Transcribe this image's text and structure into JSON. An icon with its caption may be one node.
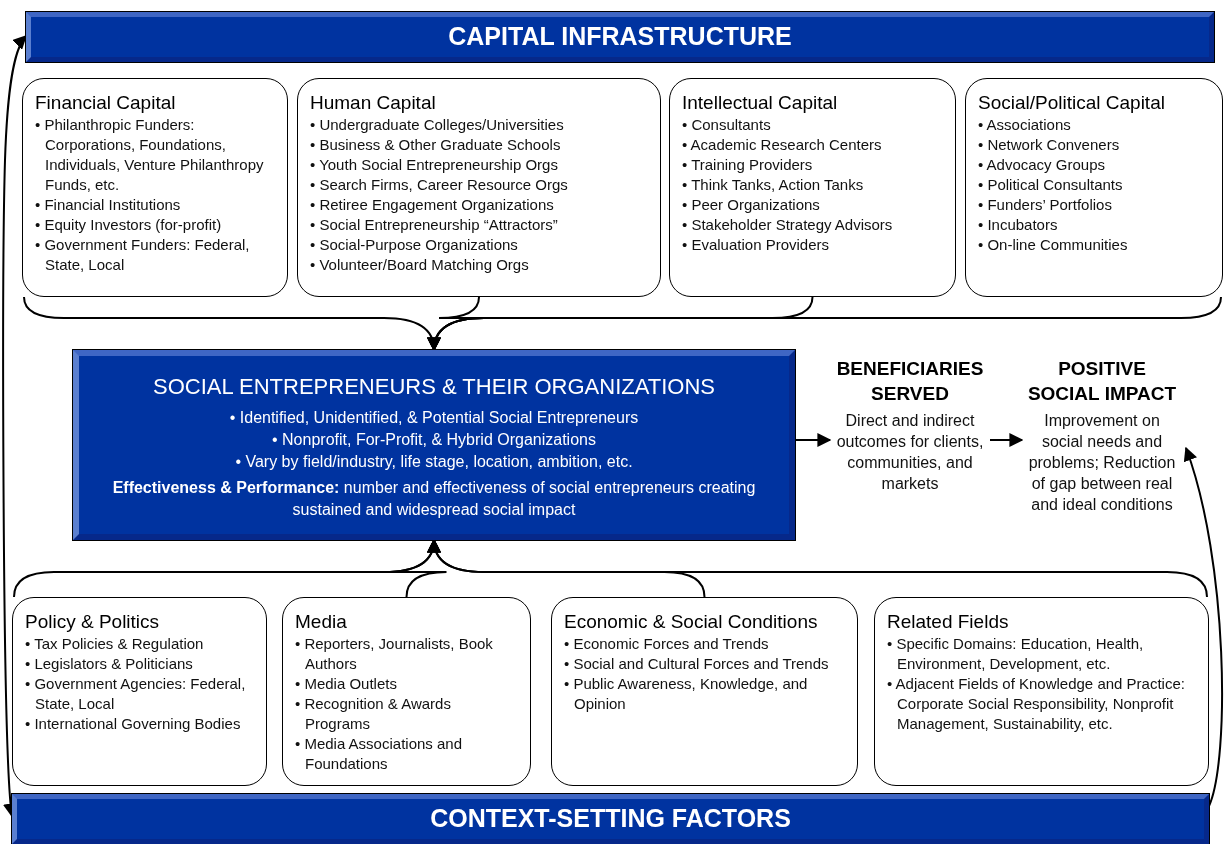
{
  "diagram": {
    "nodes": [
      {
        "text": [
          "CAPITAL INFRASTRUCTURE"
        ]
      },
      {
        "text": [
          "Financial Capital",
          "• Philanthropic Funders: Corporations, Foundations, Individuals, Venture Philanthropy Funds, etc.",
          "• Financial Institutions",
          "• Equity Investors (for-profit)",
          "• Government Funders: Federal, State, Local"
        ]
      },
      {
        "text": [
          "Human Capital",
          "• Undergraduate Colleges/Universities",
          "• Business & Other Graduate Schools",
          "• Youth Social Entrepreneurship Orgs",
          "• Search Firms, Career Resource Orgs",
          "• Retiree Engagement Organizations",
          "• Social Entrepreneurship “Attractors”",
          "• Social-Purpose Organizations",
          "• Volunteer/Board Matching Orgs"
        ]
      },
      {
        "text": [
          "Intellectual Capital",
          "• Consultants",
          "• Academic Research Centers",
          "• Training Providers",
          "• Think Tanks, Action Tanks",
          "• Peer Organizations",
          "• Stakeholder Strategy Advisors",
          "• Evaluation Providers"
        ]
      },
      {
        "text": [
          "Social/Political Capital",
          "• Associations",
          "• Network Conveners",
          "• Advocacy Groups",
          "• Political Consultants",
          "• Funders’ Portfolios",
          "• Incubators",
          "• On-line Communities"
        ]
      },
      {
        "text": [
          "SOCIAL ENTREPRENEURS & THEIR ORGANIZATIONS",
          "• Identified, Unidentified, & Potential Social Entrepreneurs",
          "• Nonprofit, For-Profit, & Hybrid Organizations",
          "• Vary by field/industry, life stage, location, ambition, etc.",
          "**Effectiveness & Performance:** number and effectiveness of social entrepreneurs creating sustained and widespread social impact"
        ]
      },
      {
        "text": [
          "BENEFICIARIES SERVED",
          "Direct and indirect outcomes for clients, communities, and markets"
        ]
      },
      {
        "text": [
          "POSITIVE SOCIAL IMPACT",
          "Improvement on social needs and problems; Reduction of gap between real and ideal conditions"
        ]
      },
      {
        "text": [
          "Policy & Politics",
          "• Tax Policies & Regulation",
          "• Legislators & Politicians",
          "• Government Agencies: Federal, State, Local",
          "• International Governing Bodies"
        ]
      },
      {
        "text": [
          "Media",
          "• Reporters, Journalists, Book Authors",
          "• Media Outlets",
          "• Recognition & Awards Programs",
          "• Media Associations and Foundations"
        ]
      },
      {
        "text": [
          "Economic & Social Conditions",
          "• Economic Forces and Trends",
          "• Social and Cultural Forces and Trends",
          "• Public Awareness, Knowledge, and Opinion"
        ]
      },
      {
        "text": [
          "Related Fields",
          "• Specific Domains: Education, Health, Environment, Development, etc.",
          "• Adjacent Fields of Knowledge and Practice: Corporate Social Responsibility, Nonprofit Management, Sustainability, etc."
        ]
      },
      {
        "text": [
          "CONTEXT-SETTING FACTORS"
        ]
      }
    ],
    "edges": [
      {
        "from": 1,
        "to": 5,
        "arrow": "to"
      },
      {
        "from": 2,
        "to": 5,
        "arrow": "to"
      },
      {
        "from": 3,
        "to": 5,
        "arrow": "to"
      },
      {
        "from": 4,
        "to": 5,
        "arrow": "to"
      },
      {
        "from": 8,
        "to": 5,
        "arrow": "to"
      },
      {
        "from": 9,
        "to": 5,
        "arrow": "to"
      },
      {
        "from": 10,
        "to": 5,
        "arrow": "to"
      },
      {
        "from": 11,
        "to": 5,
        "arrow": "to"
      },
      {
        "from": 5,
        "to": 6,
        "arrow": "to"
      },
      {
        "from": 6,
        "to": 7,
        "arrow": "to"
      },
      {
        "from": 12,
        "to": 0,
        "arrow": "both"
      },
      {
        "from": 12,
        "to": 7,
        "arrow": "to"
      }
    ]
  }
}
